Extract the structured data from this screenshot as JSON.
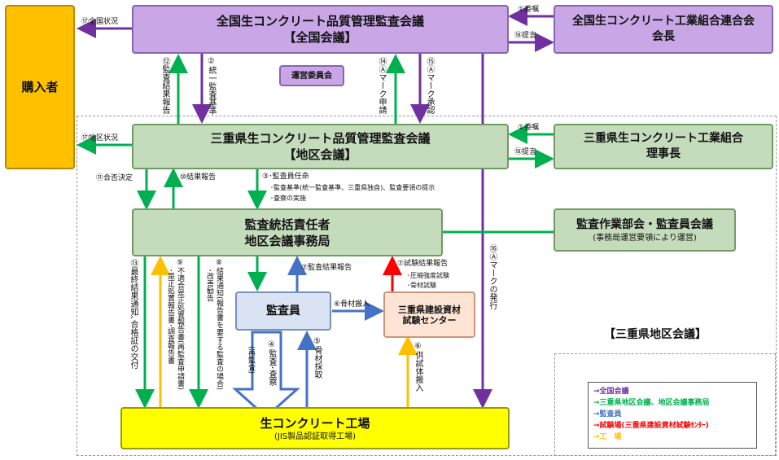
{
  "colors": {
    "national": "#7030a0",
    "regional": "#00b050",
    "inspector": "#4472c4",
    "testlab": "#ff0000",
    "factory": "#ffc000"
  },
  "boxes": {
    "national_council": {
      "line1": "全国生コンクリート品質管理監査会議",
      "line2": "【全国会議】"
    },
    "national_federation": {
      "line1": "全国生コンクリート工業組合連合会",
      "line2": "会長"
    },
    "steering": {
      "line1": "運営委員会"
    },
    "purchaser": {
      "line1": "購入者"
    },
    "regional_council": {
      "line1": "三重県生コンクリート品質管理監査会議",
      "line2": "【地区会議】"
    },
    "regional_union": {
      "line1": "三重県生コンクリート工業組合",
      "line2": "理事長"
    },
    "chief": {
      "line1": "監査統括責任者",
      "line2": "地区会議事務局"
    },
    "working_group": {
      "line1": "監査作業部会・監査員会議",
      "line2": "(事務局運営要領により運営)"
    },
    "inspector": {
      "line1": "監査員"
    },
    "test_center": {
      "line1": "三重県建設資材",
      "line2": "試験センター"
    },
    "factory": {
      "line1": "生コンクリート工場",
      "line2": "(JIS製品認証取得工場)"
    }
  },
  "labels": {
    "l1a": "①委嘱",
    "l18a": "⑱提言",
    "l17a": "⑰全国状況",
    "l1b": "①委嘱",
    "l18b": "⑱提言",
    "l17b": "⑰地区状況",
    "l12": "⑫監査結果報告",
    "l2": "②統一監査基準",
    "l14": "⑭Ⓐマーク申請",
    "l15": "⑮Ⓐマーク承認",
    "l16": "⑯Ⓐマークの発行",
    "l11": "⑪合否決定",
    "l10": "⑩結果報告",
    "l3_line1": "③･監査員任命",
    "l3_line2": "･監査基準(統一監査基準、三重県独自)、監査要領の提示",
    "l3_line3": "･査察の実施",
    "l7a": "⑦監査結果報告",
    "l7b_line1": "⑦試験結果報告",
    "l7b_line2": "･圧縮強度試験",
    "l7b_line3": "･骨材試験",
    "l6a": "⑥骨材搬入",
    "l6b": "⑥供試体搬入",
    "l5": "⑤骨材採取",
    "l4": "④監査･査察",
    "l4b": "(再監査)",
    "l13": "⑬最終結果通知､合格証の交付",
    "l9_line1": "⑨不適合是正処置報告書(再監査申請書)",
    "l9_line2": "･是正処置報告書･調査報告書",
    "l8_line1": "⑧結果通知(報告書を要する監査の場合)",
    "l8_line2": "･改善勧告",
    "region_title": "【三重県地区会議】"
  },
  "legend": [
    {
      "text": "→全国会議",
      "color": "#7030a0"
    },
    {
      "text": "→三重県地区会議、地区会議事務局",
      "color": "#00b050"
    },
    {
      "text": "→監査員",
      "color": "#4472c4"
    },
    {
      "text": "→試験場(三重県建設資材試験ｾﾝﾀｰ)",
      "color": "#ff0000"
    },
    {
      "text": "→工　場",
      "color": "#ffc000"
    }
  ]
}
